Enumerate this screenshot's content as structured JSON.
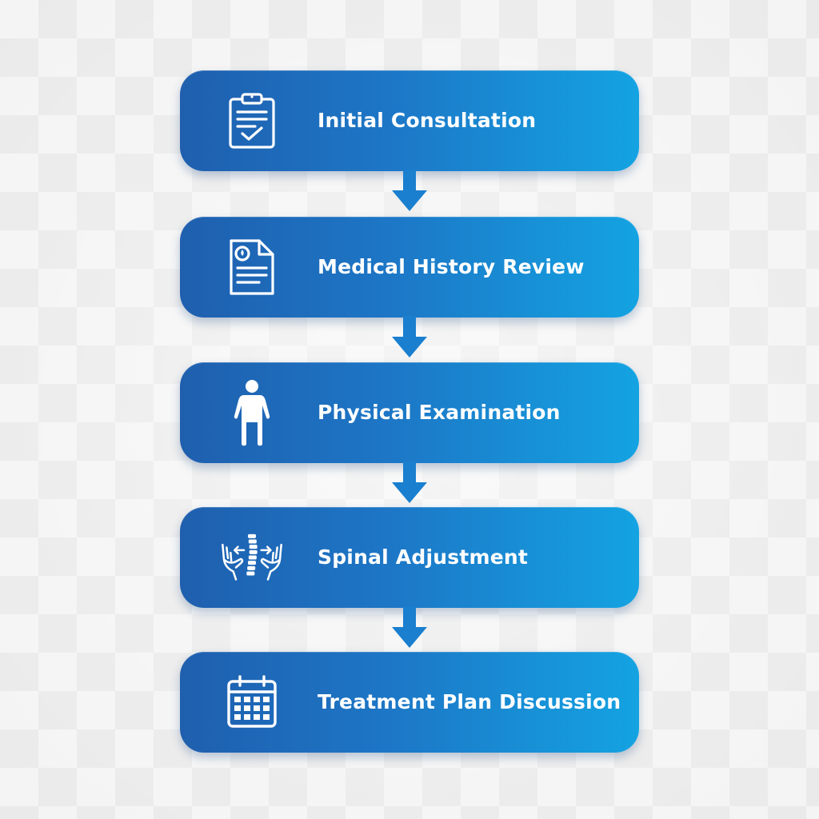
{
  "diagram": {
    "steps": [
      {
        "label": "Initial Consultation",
        "icon": "clipboard-check-icon"
      },
      {
        "label": "Medical History Review",
        "icon": "medical-document-icon"
      },
      {
        "label": "Physical Examination",
        "icon": "person-icon"
      },
      {
        "label": "Spinal Adjustment",
        "icon": "spine-hands-icon"
      },
      {
        "label": "Treatment Plan Discussion",
        "icon": "calendar-icon"
      }
    ],
    "colors": {
      "box_start": "#1f5fae",
      "box_end": "#14a3e2",
      "arrow": "#1a7fcf",
      "text": "#ffffff"
    }
  }
}
